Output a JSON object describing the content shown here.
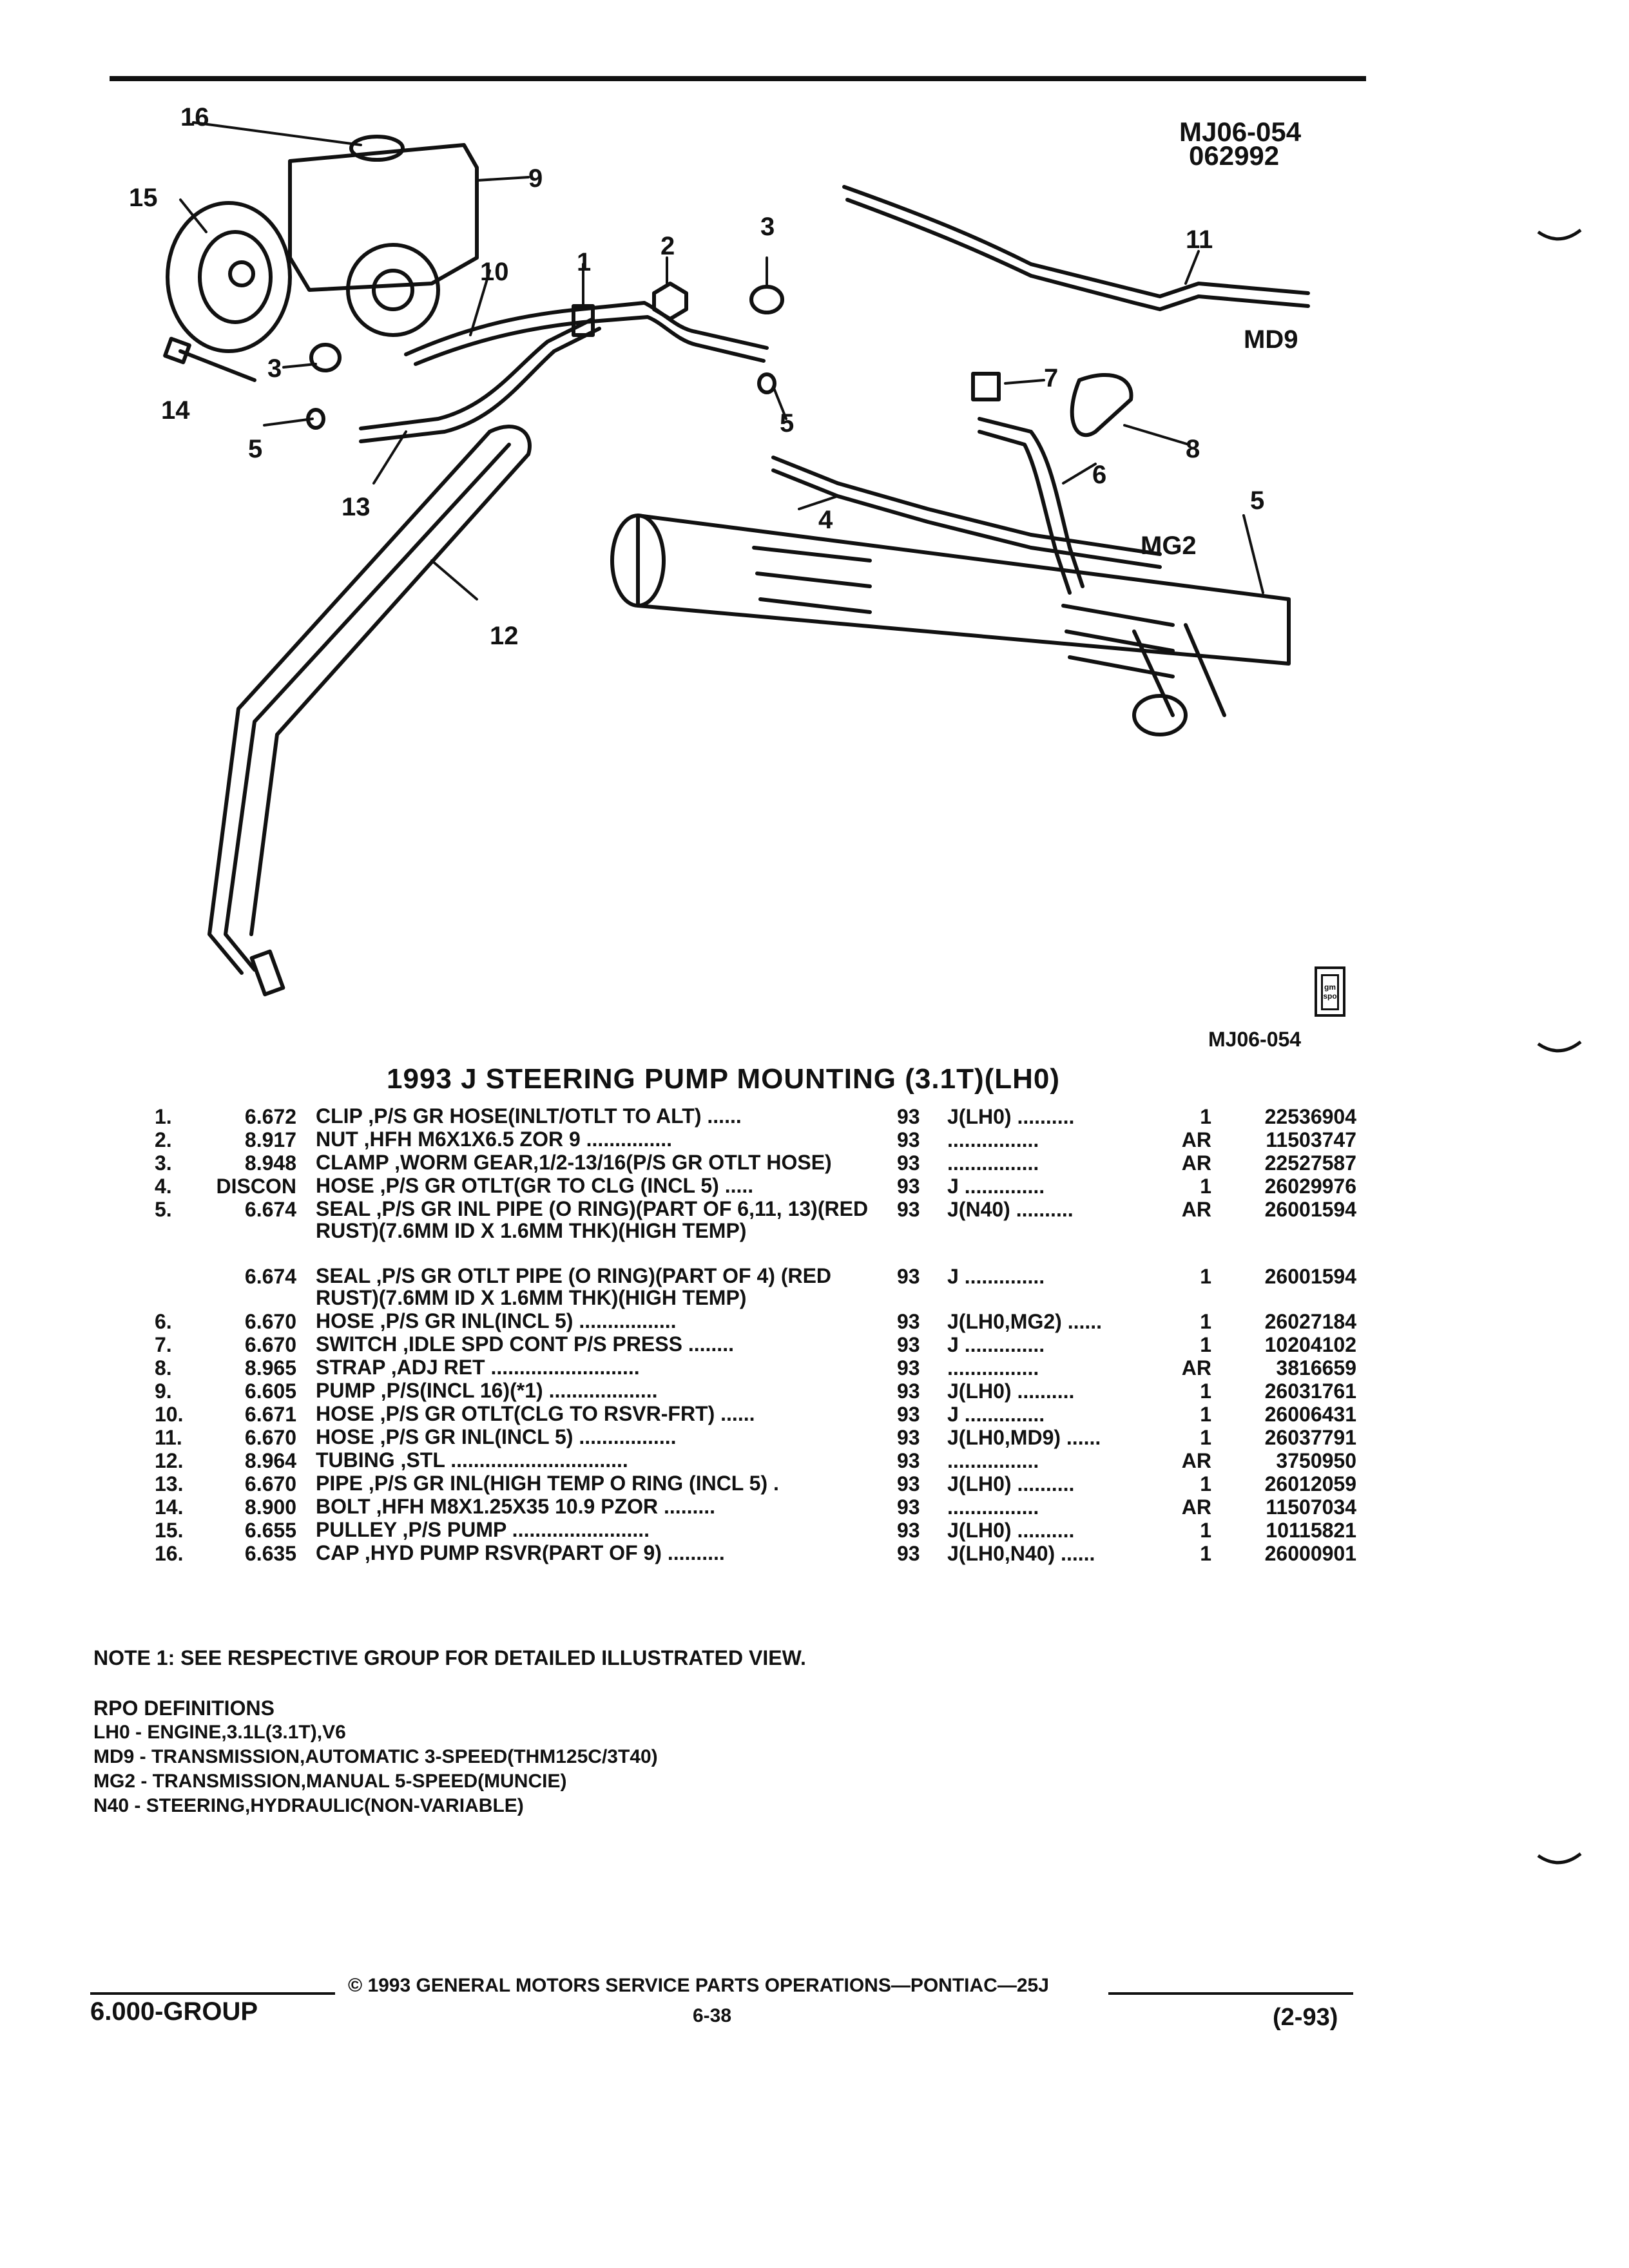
{
  "figure": {
    "code": "MJ06-054",
    "date_code": "062992",
    "code_bottom": "MJ06-054",
    "logo_text": "gm spo",
    "callouts": [
      "16",
      "9",
      "15",
      "10",
      "1",
      "2",
      "3",
      "11",
      "MD9",
      "3",
      "14",
      "5",
      "7",
      "8",
      "5",
      "13",
      "6",
      "4",
      "5",
      "MG2",
      "12"
    ]
  },
  "section_title": "1993 J STEERING PUMP MOUNTING (3.1T)(LH0)",
  "parts": [
    {
      "num": "1.",
      "grp": "6.672",
      "desc": "CLIP ,P/S GR HOSE(INLT/OTLT TO ALT) ......",
      "yr": "93",
      "model": "J(LH0) ..........",
      "qty": "1",
      "part": "22536904"
    },
    {
      "num": "2.",
      "grp": "8.917",
      "desc": "NUT ,HFH M6X1X6.5 ZOR 9 ...............",
      "yr": "93",
      "model": "................",
      "qty": "AR",
      "part": "11503747"
    },
    {
      "num": "3.",
      "grp": "8.948",
      "desc": "CLAMP ,WORM GEAR,1/2-13/16(P/S GR OTLT HOSE)",
      "yr": "93",
      "model": "................",
      "qty": "AR",
      "part": "22527587"
    },
    {
      "num": "4.",
      "grp": "DISCON",
      "desc": "HOSE ,P/S GR OTLT(GR TO CLG (INCL 5) .....",
      "yr": "93",
      "model": "J ..............",
      "qty": "1",
      "part": "26029976"
    },
    {
      "num": "5.",
      "grp": "6.674",
      "desc": "SEAL ,P/S GR INL PIPE (O RING)(PART OF 6,11, 13)(RED RUST)(7.6MM ID X 1.6MM THK)(HIGH TEMP)",
      "yr": "93",
      "model": "J(N40) ..........",
      "qty": "AR",
      "part": "26001594"
    },
    {
      "num": "",
      "grp": "6.674",
      "desc": "SEAL ,P/S GR OTLT PIPE (O RING)(PART OF 4) (RED RUST)(7.6MM ID X 1.6MM THK)(HIGH TEMP)",
      "yr": "93",
      "model": "J ..............",
      "qty": "1",
      "part": "26001594"
    },
    {
      "num": "6.",
      "grp": "6.670",
      "desc": "HOSE ,P/S GR INL(INCL 5) .................",
      "yr": "93",
      "model": "J(LH0,MG2) ......",
      "qty": "1",
      "part": "26027184"
    },
    {
      "num": "7.",
      "grp": "6.670",
      "desc": "SWITCH ,IDLE SPD CONT P/S PRESS ........",
      "yr": "93",
      "model": "J ..............",
      "qty": "1",
      "part": "10204102"
    },
    {
      "num": "8.",
      "grp": "8.965",
      "desc": "STRAP ,ADJ RET ..........................",
      "yr": "93",
      "model": "................",
      "qty": "AR",
      "part": "3816659"
    },
    {
      "num": "9.",
      "grp": "6.605",
      "desc": "PUMP ,P/S(INCL 16)(*1) ...................",
      "yr": "93",
      "model": "J(LH0) ..........",
      "qty": "1",
      "part": "26031761"
    },
    {
      "num": "10.",
      "grp": "6.671",
      "desc": "HOSE ,P/S GR OTLT(CLG TO RSVR-FRT) ......",
      "yr": "93",
      "model": "J ..............",
      "qty": "1",
      "part": "26006431"
    },
    {
      "num": "11.",
      "grp": "6.670",
      "desc": "HOSE ,P/S GR INL(INCL 5) .................",
      "yr": "93",
      "model": "J(LH0,MD9) ......",
      "qty": "1",
      "part": "26037791"
    },
    {
      "num": "12.",
      "grp": "8.964",
      "desc": "TUBING ,STL ...............................",
      "yr": "93",
      "model": "................",
      "qty": "AR",
      "part": "3750950"
    },
    {
      "num": "13.",
      "grp": "6.670",
      "desc": "PIPE ,P/S GR INL(HIGH TEMP O RING (INCL 5) .",
      "yr": "93",
      "model": "J(LH0) ..........",
      "qty": "1",
      "part": "26012059"
    },
    {
      "num": "14.",
      "grp": "8.900",
      "desc": "BOLT ,HFH M8X1.25X35 10.9 PZOR .........",
      "yr": "93",
      "model": "................",
      "qty": "AR",
      "part": "11507034"
    },
    {
      "num": "15.",
      "grp": "6.655",
      "desc": "PULLEY ,P/S PUMP ........................",
      "yr": "93",
      "model": "J(LH0) ..........",
      "qty": "1",
      "part": "10115821"
    },
    {
      "num": "16.",
      "grp": "6.635",
      "desc": "CAP ,HYD PUMP RSVR(PART OF 9) ..........",
      "yr": "93",
      "model": "J(LH0,N40) ......",
      "qty": "1",
      "part": "26000901"
    }
  ],
  "note": "NOTE 1: SEE RESPECTIVE GROUP FOR DETAILED ILLUSTRATED VIEW.",
  "rpo": {
    "heading": "RPO DEFINITIONS",
    "items": [
      "LH0 - ENGINE,3.1L(3.1T),V6",
      "MD9 - TRANSMISSION,AUTOMATIC 3-SPEED(THM125C/3T40)",
      "MG2 - TRANSMISSION,MANUAL 5-SPEED(MUNCIE)",
      "N40 - STEERING,HYDRAULIC(NON-VARIABLE)"
    ]
  },
  "footer": {
    "copyright": "© 1993 GENERAL MOTORS SERVICE PARTS OPERATIONS—PONTIAC—25J",
    "group": "6.000-GROUP",
    "page": "6-38",
    "date": "(2-93)"
  }
}
